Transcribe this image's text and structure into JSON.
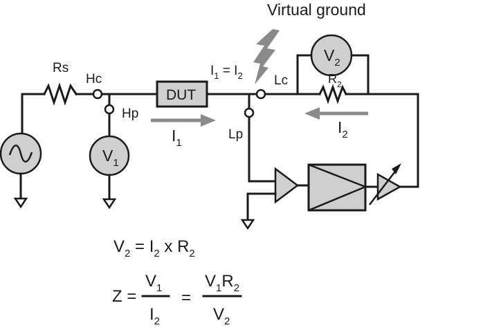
{
  "title": "Virtual ground",
  "labels": {
    "rs": "Rs",
    "hc": "Hc",
    "hp": "Hp",
    "dut": "DUT",
    "current_eq_main": "I",
    "current_eq_sub1": "1",
    "current_eq_mid": " = I",
    "current_eq_sub2": "2",
    "lc": "Lc",
    "lp": "Lp",
    "v1_main": "V",
    "v1_sub": "1",
    "v2_main": "V",
    "v2_sub": "2",
    "r2_main": "R",
    "r2_sub": "2",
    "i1_main": "I",
    "i1_sub": "1",
    "i2_main": "I",
    "i2_sub": "2"
  },
  "equations": {
    "eq1": {
      "v": "V",
      "v_sub": "2",
      "mid": " = I",
      "i_sub": "2",
      "tail": " x R",
      "r_sub": "2"
    },
    "eq2": {
      "z": "Z =",
      "num1": "V",
      "num1_sub": "1",
      "den1": "I",
      "den1_sub": "2",
      "eq": "=",
      "num2_a": "V",
      "num2_a_sub": "1",
      "num2_b": "R",
      "num2_b_sub": "2",
      "den2": "V",
      "den2_sub": "2"
    }
  },
  "colors": {
    "line": "#1a1a1a",
    "component_fill": "#cfcfcf",
    "arrow": "#8a8a8a"
  }
}
